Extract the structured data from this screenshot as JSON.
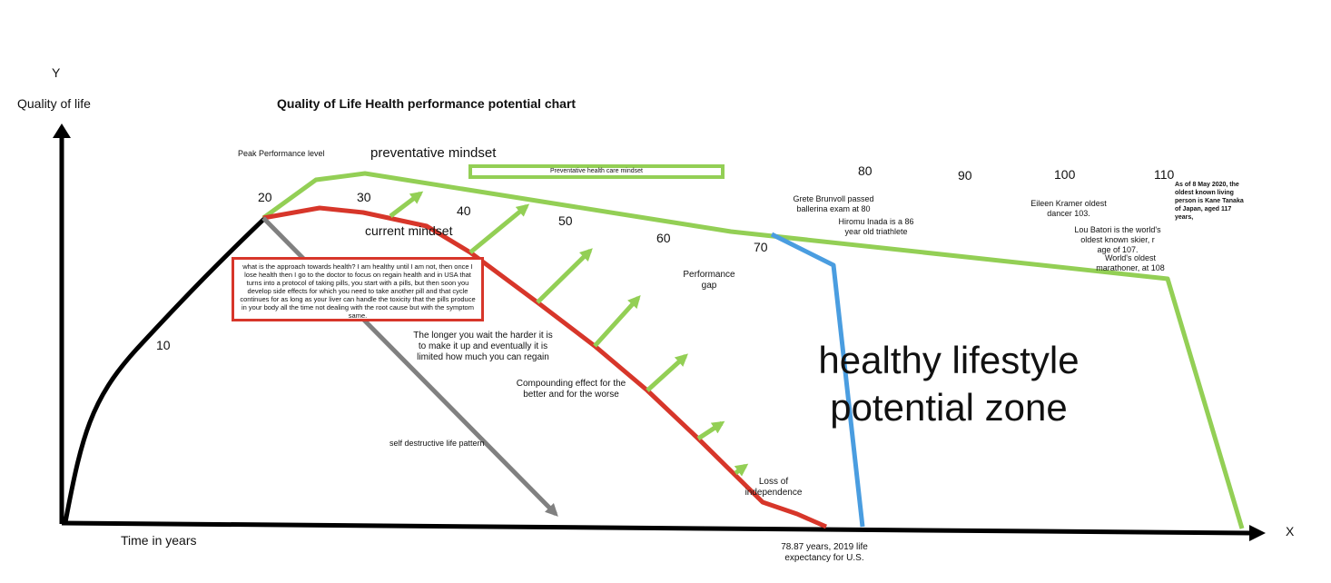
{
  "axes": {
    "y_letter": "Y",
    "y_label": "Quality of life",
    "x_letter": "X",
    "x_label": "Time in years"
  },
  "title": "Quality of Life Health performance potential chart",
  "age_labels": [
    "10",
    "20",
    "30",
    "40",
    "50",
    "60",
    "70",
    "80",
    "90",
    "100",
    "110"
  ],
  "labels": {
    "peak": "Peak Performance level",
    "preventative_mindset": "preventative mindset",
    "preventative_box": "Preventative health care mindset",
    "current_mindset": "current mindset",
    "performance_gap": "Performance gap",
    "wait_harder": "The longer you wait the harder it is to make it up and eventually it is limited how much you can regain",
    "compounding": "Compounding effect for the better and for the worse",
    "self_destructive": "self destructive life pattern",
    "loss_independence": "Loss of independence",
    "life_expectancy": "78.87 years, 2019 life expectancy for U.S.",
    "zone_line1": "healthy lifestyle",
    "zone_line2": "potential zone"
  },
  "callout": "what is the approach towards health? I am healthy until I am not, then once I lose health then I go to the doctor to focus on regain health and in USA that turns into a protocol of taking pills, you start with a pills, but then soon you develop side effects for which you need to take another pill and that cycle continues for as long as your liver can handle the toxicity that the pills produce in your body all the time not dealing with the root cause but with the symptom same.",
  "examples": {
    "grete": "Grete Brunvoll passed ballerina exam at 80",
    "hiromu": "Hiromu Inada is a 86 year old triathlete",
    "eileen": "Eileen Kramer oldest dancer 103.",
    "lou": "Lou Batori is the world's oldest known skier, r age of 107.",
    "marathoner": "World's oldest marathoner, at 108",
    "tanaka": "As of 8 May 2020, the oldest known living person is Kane Tanaka of Japan, aged 117 years,"
  },
  "colors": {
    "axis": "#000000",
    "growth_curve": "#000000",
    "preventative_line": "#93cf55",
    "current_line": "#d7362a",
    "destructive_arrow": "#808080",
    "expectancy_line": "#4a9de0",
    "arrows": "#93cf55"
  }
}
